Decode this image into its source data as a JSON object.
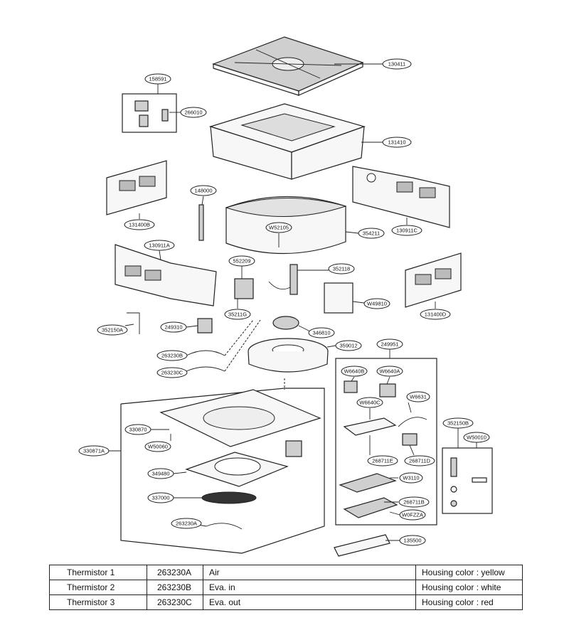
{
  "parts": [
    {
      "id": "p130411",
      "label": "130411"
    },
    {
      "id": "p158591",
      "label": "158591"
    },
    {
      "id": "p266010",
      "label": "266010"
    },
    {
      "id": "p131410",
      "label": "131410"
    },
    {
      "id": "p131400B",
      "label": "131400B"
    },
    {
      "id": "p148000",
      "label": "148000"
    },
    {
      "id": "p130911C",
      "label": "130911C"
    },
    {
      "id": "p354211",
      "label": "354211"
    },
    {
      "id": "pW52105",
      "label": "W52105"
    },
    {
      "id": "p130911A",
      "label": "130911A"
    },
    {
      "id": "p552209",
      "label": "552209"
    },
    {
      "id": "p352118",
      "label": "352118"
    },
    {
      "id": "pW49810",
      "label": "W49810"
    },
    {
      "id": "p131400D",
      "label": "131400D"
    },
    {
      "id": "p35211G",
      "label": "35211G"
    },
    {
      "id": "p352150A",
      "label": "352150A"
    },
    {
      "id": "p249310",
      "label": "249310"
    },
    {
      "id": "p346810",
      "label": "346810"
    },
    {
      "id": "p359012",
      "label": "359012"
    },
    {
      "id": "p249951",
      "label": "249951"
    },
    {
      "id": "p263230B",
      "label": "263230B"
    },
    {
      "id": "p263230C",
      "label": "263230C"
    },
    {
      "id": "pW6640B",
      "label": "W6640B"
    },
    {
      "id": "pW6640A",
      "label": "W6640A"
    },
    {
      "id": "pW6631",
      "label": "W6631"
    },
    {
      "id": "pW6640C",
      "label": "W6640C"
    },
    {
      "id": "p330870",
      "label": "330870"
    },
    {
      "id": "pW50060",
      "label": "W50060"
    },
    {
      "id": "p330871A",
      "label": "330871A"
    },
    {
      "id": "p352150B",
      "label": "352150B"
    },
    {
      "id": "pW50010",
      "label": "W50010"
    },
    {
      "id": "p268711E",
      "label": "268711E"
    },
    {
      "id": "p268711D",
      "label": "268711D"
    },
    {
      "id": "p349480",
      "label": "349480"
    },
    {
      "id": "pW3110",
      "label": "W3110"
    },
    {
      "id": "p337000",
      "label": "337000"
    },
    {
      "id": "p268711B",
      "label": "268711B"
    },
    {
      "id": "pW0FZZA",
      "label": "W0FZZA"
    },
    {
      "id": "p263230A",
      "label": "263230A"
    },
    {
      "id": "p135500",
      "label": "135500"
    }
  ],
  "table": {
    "rows": [
      [
        "Thermistor 1",
        "263230A",
        "Air",
        "Housing color : yellow"
      ],
      [
        "Thermistor 2",
        "263230B",
        "Eva. in",
        "Housing color : white"
      ],
      [
        "Thermistor 3",
        "263230C",
        "Eva. out",
        "Housing color : red"
      ]
    ]
  }
}
